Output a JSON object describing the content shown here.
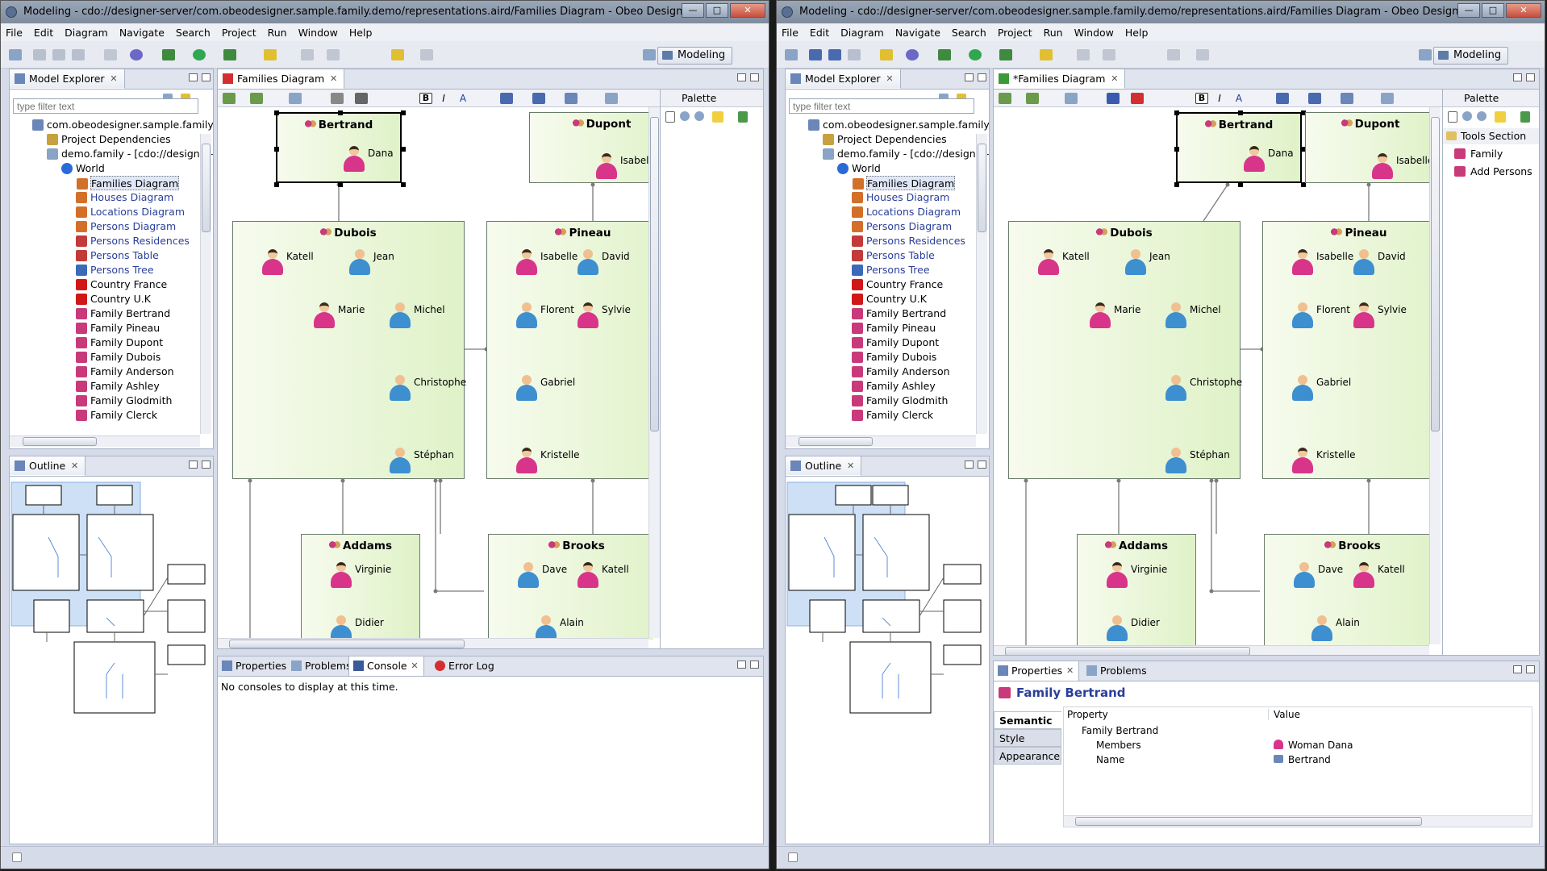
{
  "left": {
    "title": "Modeling - cdo://designer-server/com.obeodesigner.sample.family.demo/representations.aird/Families Diagram - Obeo Designer",
    "editor_tab": "Families Diagram",
    "bottom_tabs": [
      "Properties",
      "Problems",
      "Console",
      "Error Log"
    ],
    "console_text": "No consoles to display at this time."
  },
  "right": {
    "title": "Modeling - cdo://designer-server/com.obeodesigner.sample.family.demo/representations.aird/Families Diagram - Obeo Designer",
    "editor_tab": "*Families Diagram",
    "bottom_tabs": [
      "Properties",
      "Problems"
    ],
    "palette": {
      "section": "Tools Section",
      "tools": [
        "Family",
        "Add Persons"
      ]
    },
    "properties": {
      "title": "Family Bertrand",
      "side_tabs": [
        "Semantic",
        "Style",
        "Appearance"
      ],
      "col_property": "Property",
      "col_value": "Value",
      "root": "Family Bertrand",
      "rows": [
        {
          "property": "Members",
          "value": "Woman Dana"
        },
        {
          "property": "Name",
          "value": "Bertrand"
        }
      ]
    }
  },
  "window_buttons": {
    "min": "—",
    "max": "□",
    "close": "✕"
  },
  "menu": [
    "File",
    "Edit",
    "Diagram",
    "Navigate",
    "Search",
    "Project",
    "Run",
    "Window",
    "Help"
  ],
  "perspective": "Modeling",
  "model_explorer": {
    "tab": "Model Explorer",
    "filter_placeholder": "type filter text",
    "project_left": "com.obeodesigner.sample.family.d",
    "project_right": "com.obeodesigner.sample.family.c",
    "dependencies": "Project Dependencies",
    "resource_left": "demo.family - [cdo://designer-s",
    "resource_right": "demo.family - [cdo://designer-",
    "world": "World",
    "items": [
      {
        "label": "Families Diagram",
        "kind": "diagram",
        "link": false
      },
      {
        "label": "Houses Diagram",
        "kind": "diagram",
        "link": true
      },
      {
        "label": "Locations Diagram",
        "kind": "diagram",
        "link": true
      },
      {
        "label": "Persons Diagram",
        "kind": "diagram",
        "link": true
      },
      {
        "label": "Persons Residences",
        "kind": "table",
        "link": true
      },
      {
        "label": "Persons Table",
        "kind": "table",
        "link": true
      },
      {
        "label": "Persons Tree",
        "kind": "tree",
        "link": true
      },
      {
        "label": "Country France",
        "kind": "flag",
        "link": false
      },
      {
        "label": "Country U.K",
        "kind": "flag",
        "link": false
      },
      {
        "label": "Family Bertrand",
        "kind": "family",
        "link": false
      },
      {
        "label": "Family Pineau",
        "kind": "family",
        "link": false
      },
      {
        "label": "Family Dupont",
        "kind": "family",
        "link": false
      },
      {
        "label": "Family Dubois",
        "kind": "family",
        "link": false
      },
      {
        "label": "Family Anderson",
        "kind": "family",
        "link": false
      },
      {
        "label": "Family Ashley",
        "kind": "family",
        "link": false
      },
      {
        "label": "Family Glodmith",
        "kind": "family",
        "link": false
      },
      {
        "label": "Family Clerck",
        "kind": "family",
        "link": false
      }
    ]
  },
  "outline": {
    "tab": "Outline"
  },
  "palette": {
    "title": "Palette"
  },
  "diagram": {
    "families": [
      {
        "name": "Bertrand",
        "members": [
          {
            "name": "Dana",
            "g": "w"
          }
        ]
      },
      {
        "name": "Dupont",
        "members": [
          {
            "name": "Isabelle",
            "g": "w"
          }
        ]
      },
      {
        "name": "Dubois",
        "members": [
          {
            "name": "Katell",
            "g": "w"
          },
          {
            "name": "Jean",
            "g": "m"
          },
          {
            "name": "Marie",
            "g": "w"
          },
          {
            "name": "Michel",
            "g": "m"
          },
          {
            "name": "Christophe",
            "g": "m"
          },
          {
            "name": "Stéphan",
            "g": "m"
          }
        ]
      },
      {
        "name": "Pineau",
        "members": [
          {
            "name": "Isabelle",
            "g": "w"
          },
          {
            "name": "David",
            "g": "m"
          },
          {
            "name": "Florent",
            "g": "m"
          },
          {
            "name": "Sylvie",
            "g": "w"
          },
          {
            "name": "Gabriel",
            "g": "m"
          },
          {
            "name": "Kristelle",
            "g": "w"
          }
        ]
      },
      {
        "name": "Addams",
        "members": [
          {
            "name": "Virginie",
            "g": "w"
          },
          {
            "name": "Didier",
            "g": "m"
          }
        ]
      },
      {
        "name": "Brooks",
        "members": [
          {
            "name": "Dave",
            "g": "m"
          },
          {
            "name": "Katell",
            "g": "w"
          },
          {
            "name": "Alain",
            "g": "m"
          }
        ]
      }
    ]
  },
  "colors": {
    "accent": "#2a3f9a",
    "family_fill": "#dff2c8",
    "woman": "#d8358a",
    "man": "#3d8fd0",
    "edge": "#6a9bd6"
  }
}
